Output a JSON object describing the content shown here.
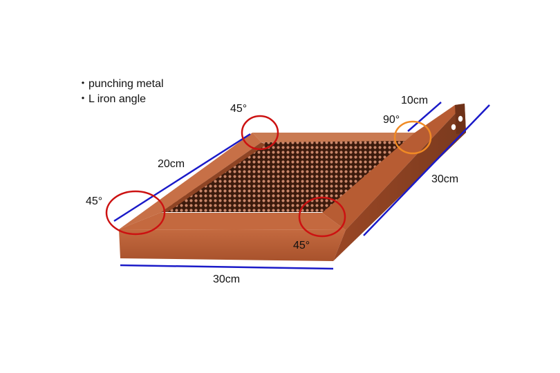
{
  "notes": [
    "・punching metal",
    "・L iron angle"
  ],
  "dimensions": {
    "left_depth": "20cm",
    "front_width": "30cm",
    "handle_width": "10cm",
    "handle_length": "30cm"
  },
  "angles": {
    "back_left": "45°",
    "front_left": "45°",
    "front_right": "45°",
    "handle_joint": "90°"
  },
  "colors": {
    "frame_top": "#c77047",
    "frame_side": "#b55a32",
    "frame_dark": "#7a3a1e",
    "mesh_dots": "#c9866a",
    "dimension_line": "#1a1ac8",
    "angle_marker_45": "#cc1111",
    "angle_marker_90": "#f08a24"
  },
  "icons": [
    "mesh-pattern",
    "bolt-hole"
  ]
}
